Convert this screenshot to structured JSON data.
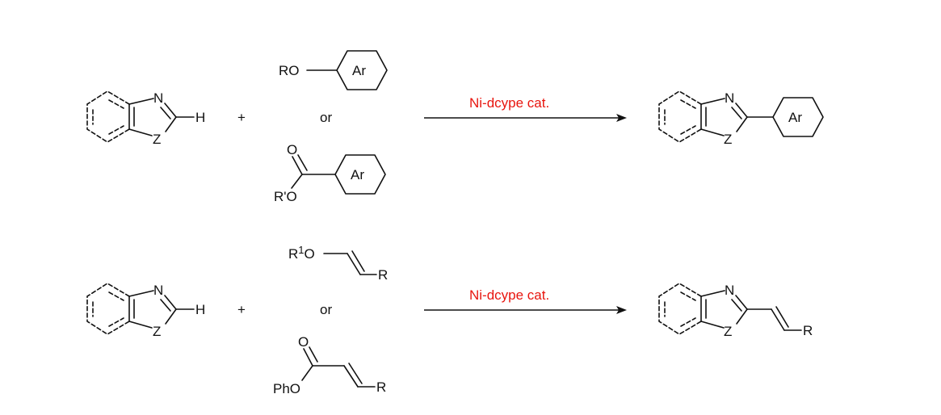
{
  "reactions": [
    {
      "substrate": {
        "n_label": "N",
        "z_label": "Z",
        "h_label": "H"
      },
      "plus": "+",
      "reagent_a": {
        "ro_label": "RO",
        "ar_label": "Ar"
      },
      "or": "or",
      "reagent_b": {
        "o_label": "O",
        "ro_label": "R'O",
        "ar_label": "Ar"
      },
      "catalyst": "Ni-dcype cat.",
      "product": {
        "n_label": "N",
        "z_label": "Z",
        "ar_label": "Ar"
      }
    },
    {
      "substrate": {
        "n_label": "N",
        "z_label": "Z",
        "h_label": "H"
      },
      "plus": "+",
      "reagent_a": {
        "r1_label": "R",
        "r1_sup": "1",
        "o_label": "O",
        "r_label": "R"
      },
      "or": "or",
      "reagent_b": {
        "o_label": "O",
        "pho_label": "PhO",
        "r_label": "R"
      },
      "catalyst": "Ni-dcype cat.",
      "product": {
        "n_label": "N",
        "z_label": "Z",
        "r_label": "R"
      }
    }
  ]
}
